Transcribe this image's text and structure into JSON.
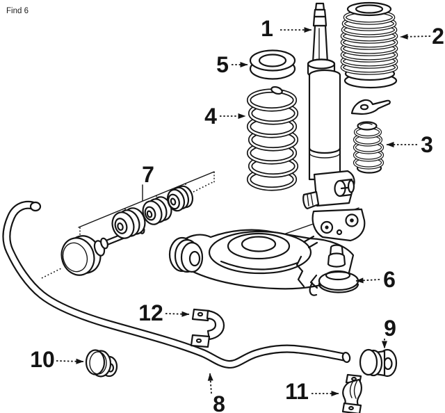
{
  "header": {
    "find_label": "Find 6"
  },
  "callouts": {
    "c1": "1",
    "c2": "2",
    "c3": "3",
    "c4": "4",
    "c5": "5",
    "c6": "6",
    "c7": "7",
    "c8": "8",
    "c9": "9",
    "c10": "10",
    "c11": "11",
    "c12": "12"
  },
  "palette": {
    "ink": "#141414",
    "background": "#ffffff"
  }
}
